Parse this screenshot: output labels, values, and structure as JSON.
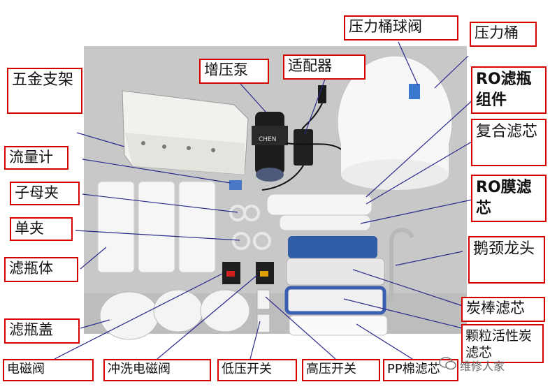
{
  "labels": {
    "pressure_tank_valve": "压力桶球阀",
    "pressure_tank": "压力桶",
    "hardware_bracket": "五金支架",
    "booster_pump": "增压泵",
    "adapter": "适配器",
    "ro_bottle_assembly": "RO滤瓶组件",
    "composite_filter": "复合滤芯",
    "flow_meter": "流量计",
    "twin_clip": "子母夹",
    "ro_membrane": "RO膜滤芯",
    "single_clip": "单夹",
    "gooseneck_faucet": "鹅颈龙头",
    "filter_housing": "滤瓶体",
    "carbon_block": "炭棒滤芯",
    "housing_cap": "滤瓶盖",
    "gac_filter": "颗粒活性炭滤芯",
    "solenoid_valve": "电磁阀",
    "flush_solenoid_valve": "冲洗电磁阀",
    "low_pressure_switch": "低压开关",
    "high_pressure_switch": "高压开关",
    "pp_filter": "PP棉滤芯"
  },
  "watermark": "维修人家",
  "colors": {
    "label_border": "#d40000",
    "pointer_line": "#2a2a8c",
    "backdrop": "#c9c9c9"
  }
}
